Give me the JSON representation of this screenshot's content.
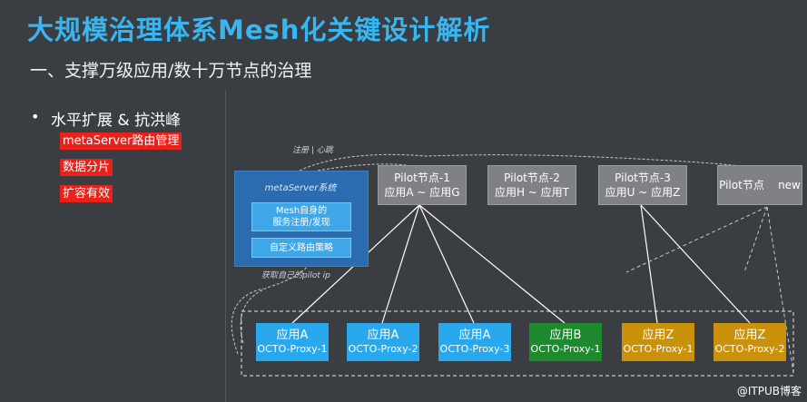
{
  "slide": {
    "title": "大规模治理体系Mesh化关键设计解析",
    "subtitle": "一、支撑万级应用/数十万节点的治理"
  },
  "bullets": {
    "dot": "•",
    "main": "水平扩展 & 抗洪峰",
    "tags": [
      "metaServer路由管理",
      "数据分片",
      "扩容有效"
    ]
  },
  "diagram": {
    "register_note": "注册 | 心跳",
    "fetch_note": "获取自己的pilot ip",
    "metaserver": {
      "title": "metaServer系统",
      "items": [
        "Mesh自身的\n服务注册/发现",
        "自定义路由策略"
      ]
    },
    "pilots": [
      {
        "line1": "Pilot节点-1",
        "line2": "应用A ~ 应用G"
      },
      {
        "line1": "Pilot节点-2",
        "line2": "应用H ~ 应用T"
      },
      {
        "line1": "Pilot节点-3",
        "line2": "应用U ~ 应用Z"
      },
      {
        "line1": "Pilot节点    new",
        "line2": ""
      }
    ],
    "apps": [
      {
        "name": "应用A",
        "proxy": "OCTO-Proxy-1",
        "color": "#2aa8ee"
      },
      {
        "name": "应用A",
        "proxy": "OCTO-Proxy-2",
        "color": "#2aa8ee"
      },
      {
        "name": "应用A",
        "proxy": "OCTO-Proxy-3",
        "color": "#2aa8ee"
      },
      {
        "name": "应用B",
        "proxy": "OCTO-Proxy-1",
        "color": "#1e8a2e"
      },
      {
        "name": "应用Z",
        "proxy": "OCTO-Proxy-1",
        "color": "#c9920a"
      },
      {
        "name": "应用Z",
        "proxy": "OCTO-Proxy-2",
        "color": "#c9920a"
      }
    ]
  },
  "colors": {
    "title": "#38b6f1",
    "tag_bg": "#e8221b",
    "background": "#3a3d41"
  },
  "watermark": "@ITPUB博客"
}
